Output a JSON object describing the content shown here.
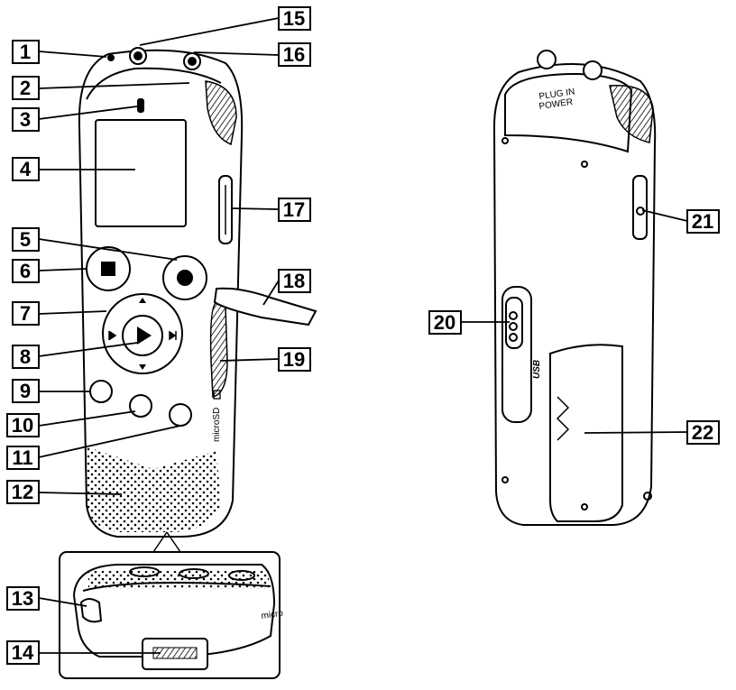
{
  "callouts": [
    "1",
    "2",
    "3",
    "4",
    "5",
    "6",
    "7",
    "8",
    "9",
    "10",
    "11",
    "12",
    "13",
    "14",
    "15",
    "16",
    "17",
    "18",
    "19",
    "20",
    "21",
    "22"
  ],
  "labels": {
    "plug_in": "PLUG IN",
    "power": "POWER",
    "usb": "USB",
    "microsd": "microSD",
    "microsd_cut": "micro"
  },
  "icons": {
    "headphone": "headphone-icon",
    "mic": "mic-icon",
    "stop": "stop-icon",
    "record": "record-icon",
    "play": "play-icon",
    "prev": "prev-track-icon",
    "next": "next-track-icon",
    "up": "up-arrow-icon",
    "down": "down-arrow-icon",
    "memory_card": "memory-card-icon"
  }
}
